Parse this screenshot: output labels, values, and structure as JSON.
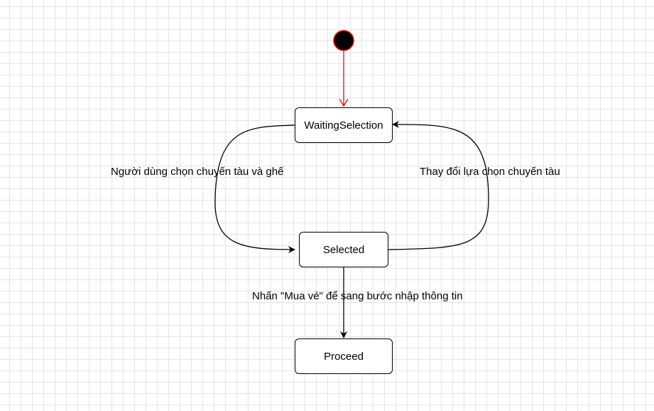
{
  "diagram": {
    "states": {
      "waiting": "WaitingSelection",
      "selected": "Selected",
      "proceed": "Proceed"
    },
    "transitions": {
      "select": "Người dùng chọn chuyến tàu và ghế",
      "change": "Thay đổi lựa chọn chuyến tàu",
      "buy": "Nhấn \"Mua vé\" để sang bước nhập thông tin"
    },
    "colors": {
      "initial_fill": "#000000",
      "initial_stroke": "#ff0000",
      "initial_arrow": "#ff0000",
      "edge": "#000000",
      "grid": "#e4e4e4"
    }
  }
}
